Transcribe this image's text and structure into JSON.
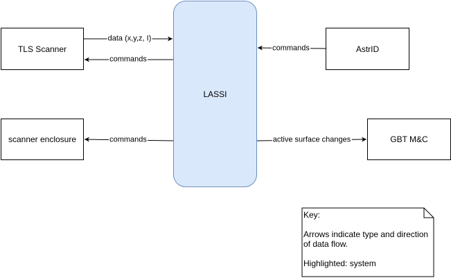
{
  "nodes": {
    "tls_scanner": "TLS Scanner",
    "scanner_enclosure": "scanner enclosure",
    "lassi": "LASSI",
    "astrid": "AstrID",
    "gbt": "GBT M&C"
  },
  "edges": {
    "tls_data": "data (x,y,z, I)",
    "tls_commands": "commands",
    "enclosure_commands": "commands",
    "astrid_commands": "commands",
    "gbt_changes": "active surface changes"
  },
  "key": {
    "title": "Key:",
    "line1": "Arrows indicate type and direction of data flow.",
    "line2": "Highlighted: system"
  },
  "colors": {
    "highlight_fill": "#dae8fc",
    "highlight_stroke": "#6c8ebf"
  }
}
